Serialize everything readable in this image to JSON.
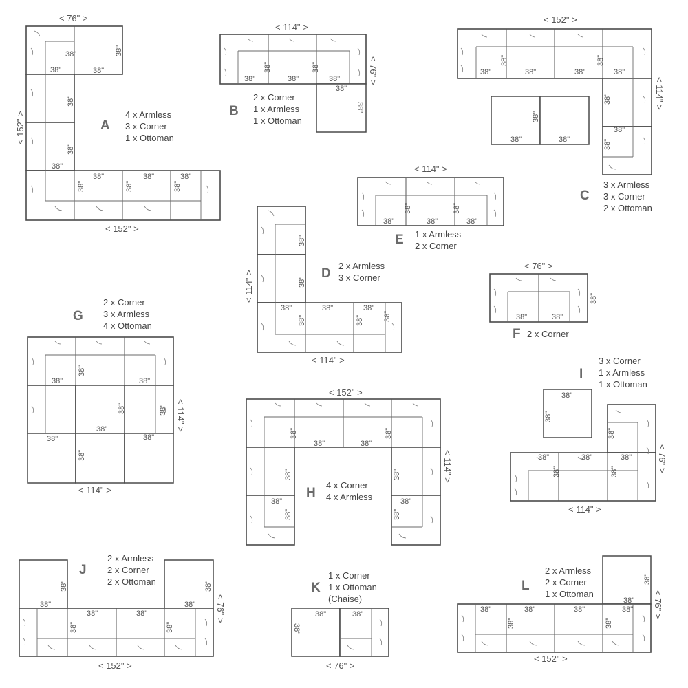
{
  "layouts": {
    "A": {
      "letter": "A",
      "spec": [
        "4 x Armless",
        "3 x Corner",
        "1 x Ottoman"
      ],
      "dims": {
        "top": "< 76\" >",
        "left": "< 152\" >",
        "bottom": "< 152\" >"
      },
      "module_labels": [
        "38\"",
        "38\"",
        "38\"",
        "38\"",
        "38\"",
        "38\"",
        "38\"",
        "38\"",
        "38\"",
        "38\"",
        "38\"",
        "38\"",
        "38\""
      ]
    },
    "B": {
      "letter": "B",
      "spec": [
        "2 x Corner",
        "1 x Armless",
        "1 x Ottoman"
      ],
      "dims": {
        "top": "< 114\" >",
        "right": "< 76\" >"
      },
      "module_labels": [
        "38\"",
        "38\"",
        "38\"",
        "38\"",
        "38\"",
        "38\"",
        "38\""
      ]
    },
    "C": {
      "letter": "C",
      "spec": [
        "3 x Armless",
        "3 x Corner",
        "2 x Ottoman"
      ],
      "dims": {
        "top": "< 152\" >",
        "right": "< 114\" >"
      },
      "module_labels": [
        "38\"",
        "38\"",
        "38\"",
        "38\"",
        "38\"",
        "38\"",
        "38\"",
        "38\"",
        "38\"",
        "38\"",
        "38\"",
        "38\""
      ]
    },
    "D": {
      "letter": "D",
      "spec": [
        "2 x Armless",
        "3 x Corner"
      ],
      "dims": {
        "left": "< 114\" >",
        "bottom": "< 114\" >"
      },
      "module_labels": [
        "38\"",
        "38\"",
        "38\"",
        "38\"",
        "38\"",
        "38\"",
        "38\"",
        "38\""
      ]
    },
    "E": {
      "letter": "E",
      "spec": [
        "1 x Armless",
        "2 x Corner"
      ],
      "dims": {
        "top": "< 114\" >"
      },
      "module_labels": [
        "38\"",
        "38\"",
        "38\"",
        "38\"",
        "38\""
      ]
    },
    "F": {
      "letter": "F",
      "spec": [
        "2 x Corner"
      ],
      "dims": {
        "top": "< 76\" >"
      },
      "module_labels": [
        "38\"",
        "38\"",
        "38\""
      ]
    },
    "G": {
      "letter": "G",
      "spec": [
        "2 x Corner",
        "3 x Armless",
        "4 x Ottoman"
      ],
      "dims": {
        "right": "< 114\" >",
        "bottom": "< 114\" >"
      },
      "module_labels": [
        "38\"",
        "38\"",
        "38\"",
        "38\"",
        "38\"",
        "38\"",
        "38\"",
        "38\"",
        "38\""
      ]
    },
    "H": {
      "letter": "H",
      "spec": [
        "4 x Corner",
        "4 x Armless"
      ],
      "dims": {
        "top": "< 152\" >",
        "right": "< 114\" >"
      },
      "module_labels": [
        "38\"",
        "38\"",
        "38\"",
        "38\"",
        "38\"",
        "38\"",
        "38\"",
        "38\"",
        "38\"",
        "38\""
      ]
    },
    "I": {
      "letter": "I",
      "spec": [
        "3 x Corner",
        "1 x Armless",
        "1 x Ottoman"
      ],
      "dims": {
        "right": "< 76\" >",
        "bottom": "< 114\" >"
      },
      "module_labels": [
        "38\"",
        "38\"",
        "38\"",
        "38\"",
        "38\"",
        "38\"",
        "38\"",
        "38\""
      ]
    },
    "J": {
      "letter": "J",
      "spec": [
        "2 x Armless",
        "2 x Corner",
        "2 x Ottoman"
      ],
      "dims": {
        "right": "< 76\" >",
        "bottom": "< 152\" >"
      },
      "module_labels": [
        "38\"",
        "38\"",
        "38\"",
        "38\"",
        "38\"",
        "38\"",
        "38\"",
        "38\""
      ]
    },
    "K": {
      "letter": "K",
      "spec": [
        "1 x Corner",
        "1 x Ottoman",
        "(Chaise)"
      ],
      "dims": {
        "bottom": "< 76\" >"
      },
      "module_labels": [
        "38\"",
        "38\"",
        "38\""
      ]
    },
    "L": {
      "letter": "L",
      "spec": [
        "2 x Armless",
        "2 x Corner",
        "1 x Ottoman"
      ],
      "dims": {
        "right": "< 76\" >",
        "bottom": "< 152\" >"
      },
      "module_labels": [
        "38\"",
        "38\"",
        "38\"",
        "38\"",
        "38\"",
        "38\"",
        "38\"",
        "38\""
      ]
    }
  }
}
